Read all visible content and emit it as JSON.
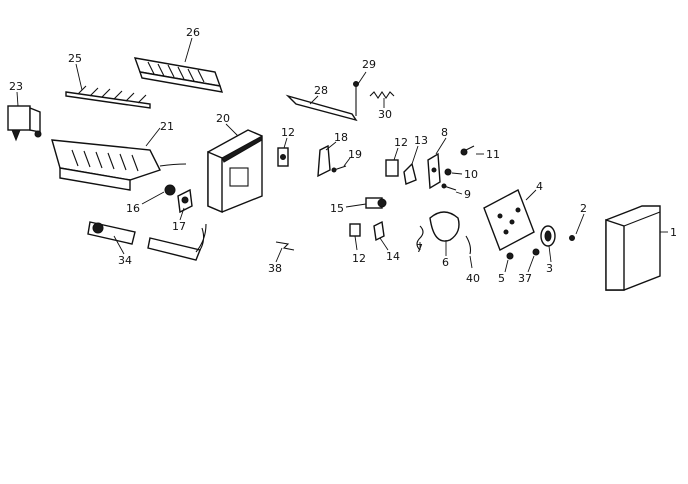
{
  "diagram": {
    "callouts": [
      {
        "id": "c1",
        "text": "1"
      },
      {
        "id": "c2",
        "text": "2"
      },
      {
        "id": "c3",
        "text": "3"
      },
      {
        "id": "c4",
        "text": "4"
      },
      {
        "id": "c5",
        "text": "5"
      },
      {
        "id": "c6",
        "text": "6"
      },
      {
        "id": "c7",
        "text": "7"
      },
      {
        "id": "c8",
        "text": "8"
      },
      {
        "id": "c9",
        "text": "9"
      },
      {
        "id": "c10",
        "text": "10"
      },
      {
        "id": "c11",
        "text": "11"
      },
      {
        "id": "c12a",
        "text": "12"
      },
      {
        "id": "c12b",
        "text": "12"
      },
      {
        "id": "c12c",
        "text": "12"
      },
      {
        "id": "c13",
        "text": "13"
      },
      {
        "id": "c14",
        "text": "14"
      },
      {
        "id": "c15",
        "text": "15"
      },
      {
        "id": "c16",
        "text": "16"
      },
      {
        "id": "c17",
        "text": "17"
      },
      {
        "id": "c18",
        "text": "18"
      },
      {
        "id": "c19",
        "text": "19"
      },
      {
        "id": "c20",
        "text": "20"
      },
      {
        "id": "c21",
        "text": "21"
      },
      {
        "id": "c23",
        "text": "23"
      },
      {
        "id": "c25",
        "text": "25"
      },
      {
        "id": "c26",
        "text": "26"
      },
      {
        "id": "c28",
        "text": "28"
      },
      {
        "id": "c29",
        "text": "29"
      },
      {
        "id": "c30",
        "text": "30"
      },
      {
        "id": "c34",
        "text": "34"
      },
      {
        "id": "c37",
        "text": "37"
      },
      {
        "id": "c38",
        "text": "38"
      },
      {
        "id": "c40",
        "text": "40"
      }
    ]
  }
}
